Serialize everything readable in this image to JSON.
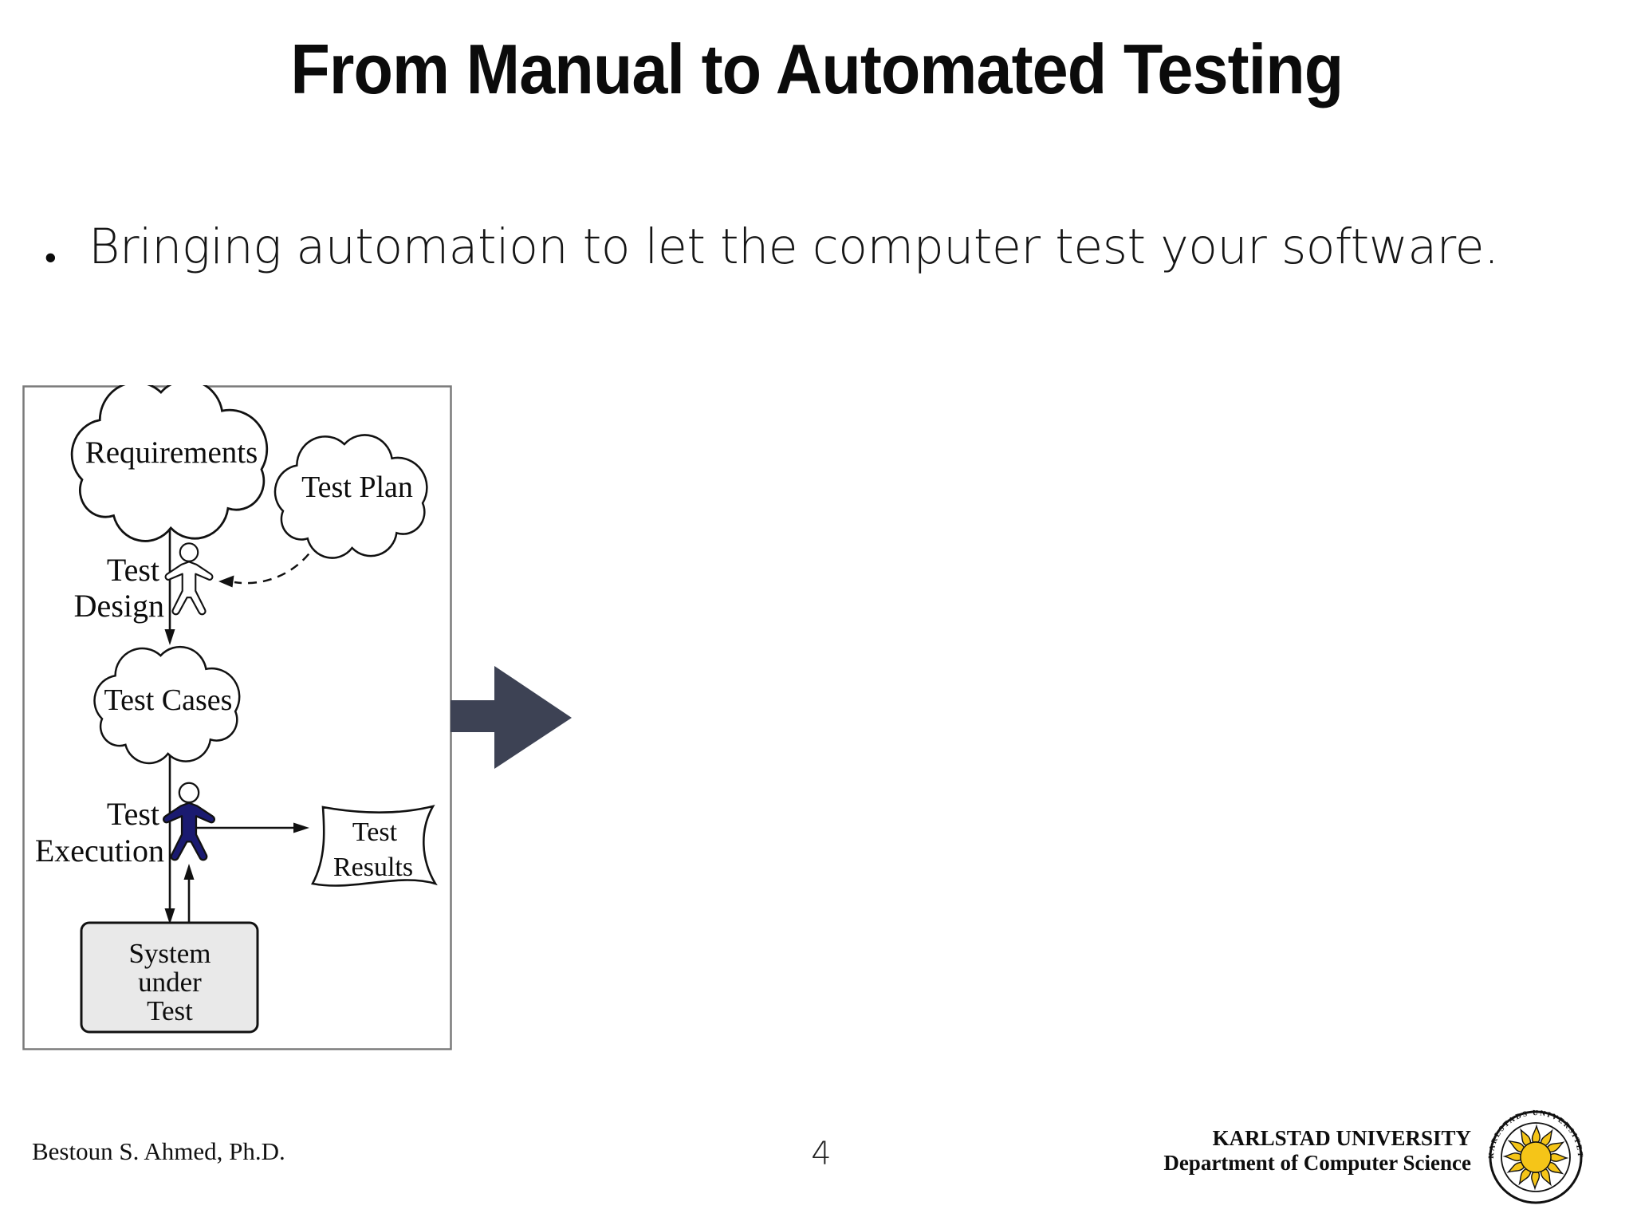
{
  "slide": {
    "title": "From Manual to Automated Testing",
    "bullet_glyph": "•",
    "bullet_text": "Bringing automation to let the computer test your software.",
    "page_number": "4",
    "author": "Bestoun S. Ahmed, Ph.D."
  },
  "diagram": {
    "requirements_label": "Requirements",
    "test_plan_label": "Test Plan",
    "test_cases_label": "Test Cases",
    "test_design": [
      "Test",
      "Design"
    ],
    "test_execution": [
      "Test",
      "Execution"
    ],
    "test_results": [
      "Test",
      "Results"
    ],
    "system_under_test": [
      "System",
      "under",
      "Test"
    ],
    "icons": {
      "manual_tester": "person-outline-icon",
      "automated_tester": "person-filled-icon",
      "flow_arrow": "right-arrow-icon"
    }
  },
  "footer": {
    "university": "KARLSTAD UNIVERSITY",
    "department": "Department of Computer Science",
    "logo_ring_text": "KARLSTADS UNIVERSITET"
  },
  "colors": {
    "big_arrow": "#3d4254",
    "person_fill": "#1a1a70",
    "box_fill": "#e9e9e9",
    "sun": "#f5c518",
    "frame_stroke": "#7a7a7a"
  }
}
